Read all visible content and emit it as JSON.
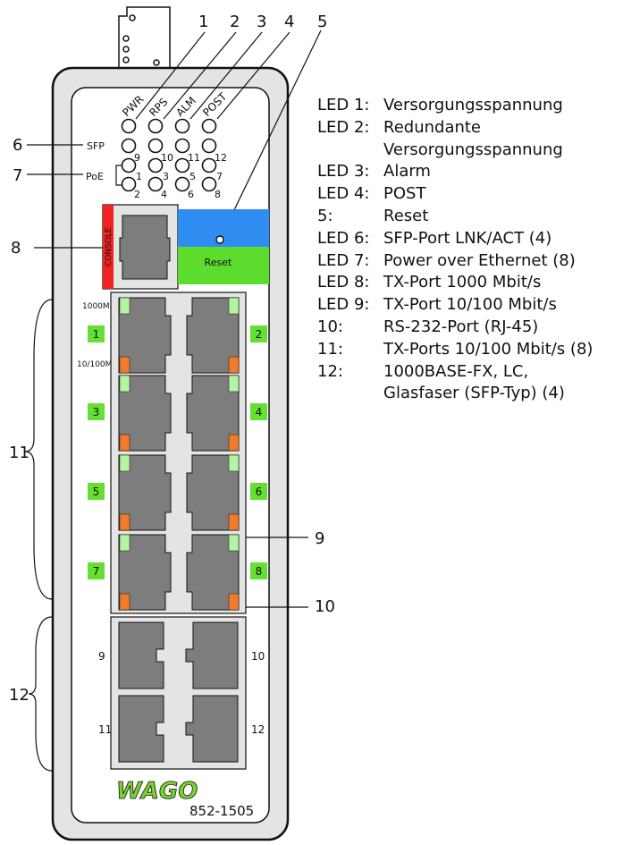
{
  "callouts": [
    "1",
    "2",
    "3",
    "4",
    "5",
    "6",
    "7",
    "8",
    "9",
    "10",
    "11",
    "12"
  ],
  "led_header": [
    "PWR",
    "RPS",
    "ALM",
    "POST"
  ],
  "side_labels": {
    "sfp": "SFP",
    "poe": "PoE"
  },
  "led_numbers": {
    "sfp_row": [
      "9",
      "10",
      "11",
      "12"
    ],
    "poe_row1": [
      "1",
      "3",
      "5",
      "7"
    ],
    "poe_row2": [
      "2",
      "4",
      "6",
      "8"
    ]
  },
  "console_label": "CONSOLE",
  "reset_label": "Reset",
  "speed_labels": {
    "gigabit": "1000M",
    "fast": "10/100M"
  },
  "tx_port_numbers": {
    "left": [
      "1",
      "3",
      "5",
      "7"
    ],
    "right": [
      "2",
      "4",
      "6",
      "8"
    ]
  },
  "sfp_port_numbers": {
    "left": [
      "9",
      "11"
    ],
    "right": [
      "10",
      "12"
    ]
  },
  "brand": "WAGO",
  "model": "852-1505",
  "colors": {
    "case": "#e4e4e4",
    "port": "#7d7d7d",
    "led_green": "#b5f5a2",
    "led_orange": "#f07b2c",
    "num_green": "#65e032",
    "console_red": "#f0231e",
    "reset_blue": "#2f8cf0",
    "reset_green": "#5cdc2c",
    "wago_green": "#79d12e"
  },
  "legend": [
    {
      "key": "LED 1:",
      "text": "Versorgungsspannung"
    },
    {
      "key": "LED 2:",
      "text": "Redundante"
    },
    {
      "key": "",
      "text": "Versorgungsspannung"
    },
    {
      "key": "LED 3:",
      "text": "Alarm"
    },
    {
      "key": "LED 4:",
      "text": "POST"
    },
    {
      "key": "5:",
      "text": "Reset"
    },
    {
      "key": "LED 6:",
      "text": "SFP-Port LNK/ACT (4)"
    },
    {
      "key": "LED 7:",
      "text": "Power over Ethernet (8)"
    },
    {
      "key": "LED 8:",
      "text": "TX-Port 1000 Mbit/s"
    },
    {
      "key": "LED 9:",
      "text": "TX-Port 10/100 Mbit/s"
    },
    {
      "key": "10:",
      "text": "RS-232-Port (RJ-45)"
    },
    {
      "key": "11:",
      "text": "TX-Ports 10/100 Mbit/s (8)"
    },
    {
      "key": "12:",
      "text": "1000BASE-FX, LC,"
    },
    {
      "key": "",
      "text": "Glasfaser (SFP-Typ) (4)"
    }
  ]
}
